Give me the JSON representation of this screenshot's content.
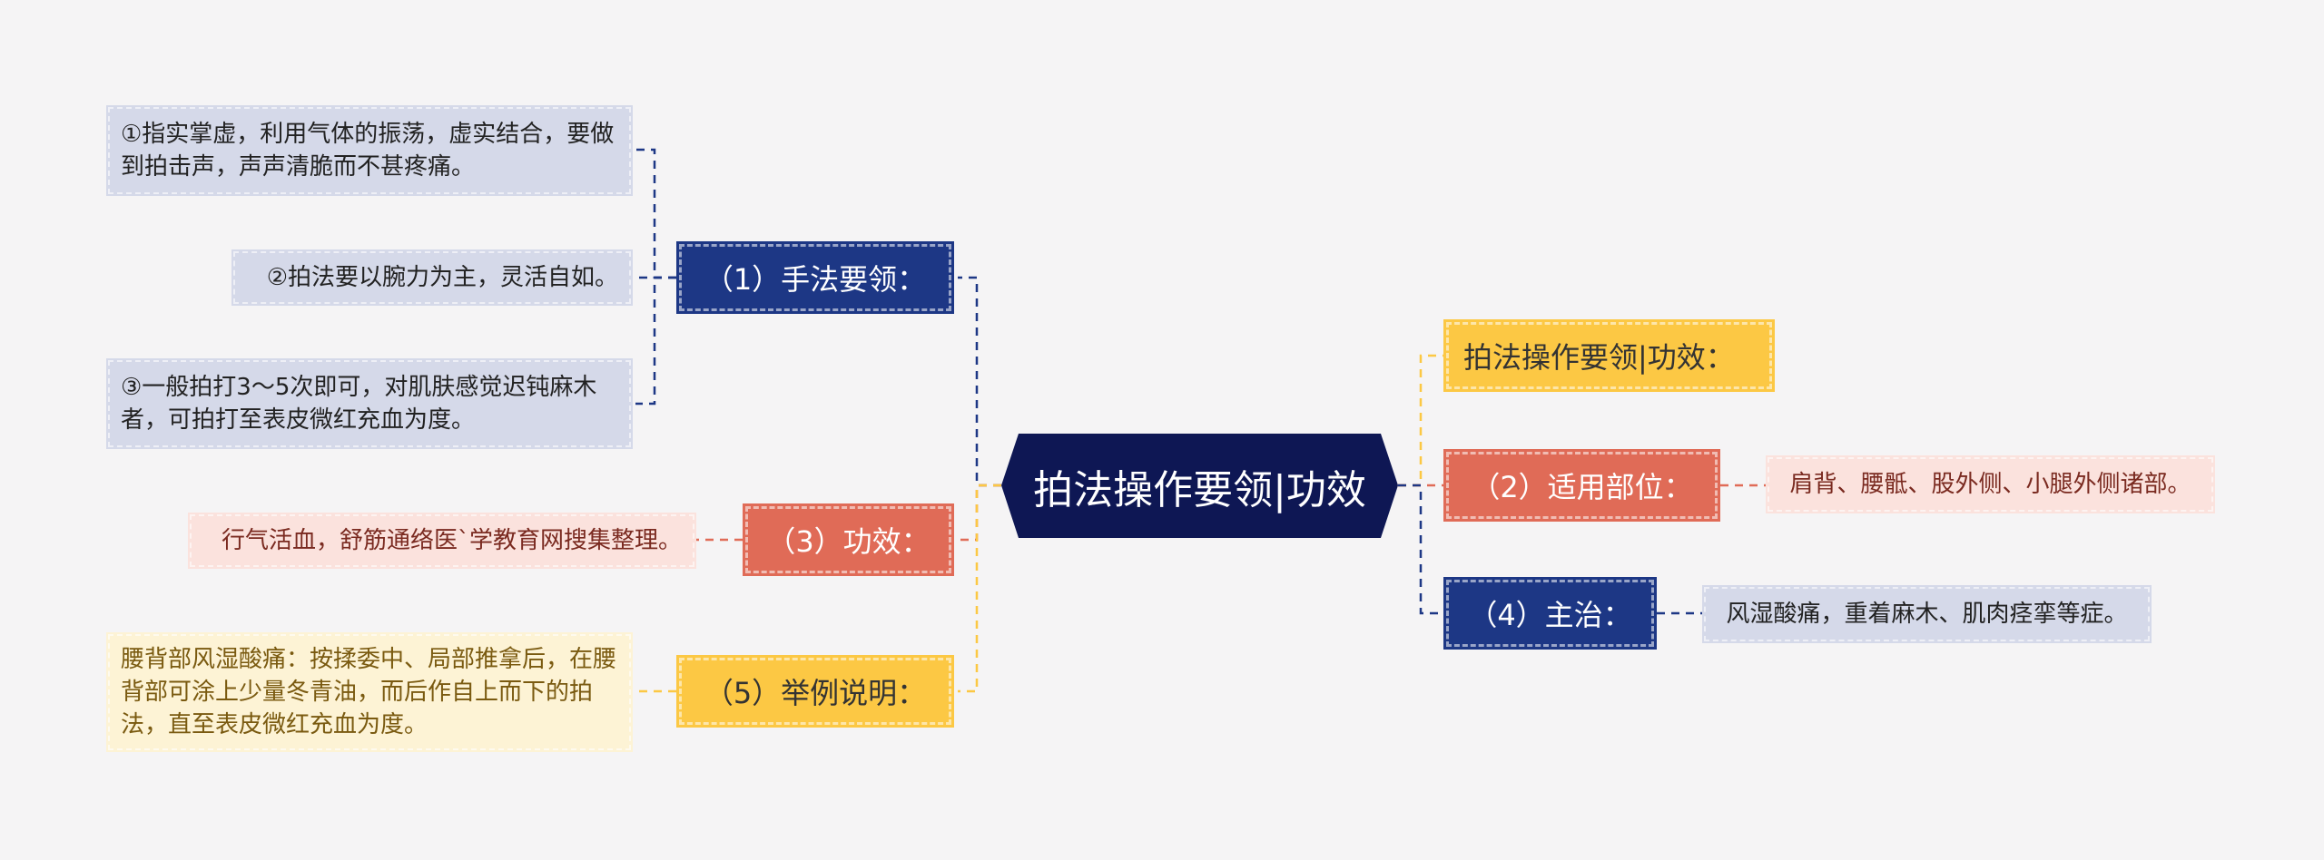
{
  "center": {
    "label": "拍法操作要领|功效"
  },
  "branches": {
    "b1": {
      "label": "（1）手法要领："
    },
    "b3": {
      "label": "（3）功效："
    },
    "b5": {
      "label": "（5）举例说明："
    },
    "b0": {
      "label": "拍法操作要领|功效："
    },
    "b2": {
      "label": "（2）适用部位："
    },
    "b4": {
      "label": "（4）主治："
    }
  },
  "leaves": {
    "l1a": "①指实掌虚，利用气体的振荡，虚实结合，要做到拍击声，声声清脆而不甚疼痛。",
    "l1b": "②拍法要以腕力为主，灵活自如。",
    "l1c": "③一般拍打3～5次即可，对肌肤感觉迟钝麻木者，可拍打至表皮微红充血为度。",
    "l3": "行气活血，舒筋通络医`学教育网搜集整理。",
    "l5": "腰背部风湿酸痛：按揉委中、局部推拿后，在腰背部可涂上少量冬青油，而后作自上而下的拍法，直至表皮微红充血为度。",
    "l2": "肩背、腰骶、股外侧、小腿外侧诸部。",
    "l4": "风湿酸痛，重着麻木、肌肉痉挛等症。"
  },
  "colors": {
    "center": "#0e1754",
    "navy": "#1d3785",
    "red": "#e06b57",
    "gold": "#fcc844",
    "background": "#f5f4f5"
  }
}
